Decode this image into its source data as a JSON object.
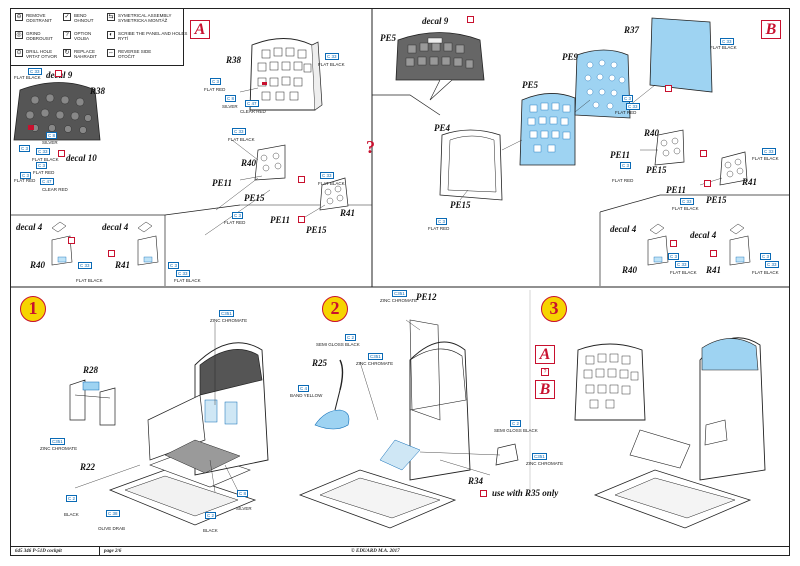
{
  "legend": [
    {
      "icon": "⊖",
      "text": "REMOVE\nODSTRANIT"
    },
    {
      "icon": "✓",
      "text": "BEND\nOHNOUT"
    },
    {
      "icon": "⇆",
      "text": "SYMETRICAL ASSEMBLY\nSYMETRICKA MONTÁŽ"
    },
    {
      "icon": "◎",
      "text": "GRIND\nODBROUSIT"
    },
    {
      "icon": "?",
      "text": "OPTION\nVOLBA"
    },
    {
      "icon": "◐",
      "text": "SCRIBE THE PANEL AND HOLES\nRYTÍ"
    },
    {
      "icon": "⊙",
      "text": "DRILL HOLE\nVRTAT OTVOR"
    },
    {
      "icon": "↻",
      "text": "REPLACE\nNAHRADIT"
    },
    {
      "icon": "⇔",
      "text": "REVERSE SIDE\nOTOČIT"
    }
  ],
  "panel_a": {
    "letter": "A",
    "labels": {
      "decal9": "decal 9",
      "r38_left": "R38",
      "decal10": "decal 10",
      "r38_main": "R38",
      "r40": "R40",
      "pe11_1": "PE11",
      "pe15_1": "PE15",
      "pe11_2": "PE11",
      "pe15_2": "PE15",
      "r41": "R41",
      "decal4_1": "decal 4",
      "decal4_2": "decal 4",
      "r40_b": "R40",
      "r41_b": "R41"
    },
    "paints": [
      {
        "code": "C 33",
        "name": "FLAT BLACK"
      },
      {
        "code": "C 33",
        "name": "FLAT BLACK"
      },
      {
        "code": "C 3",
        "name": "FLAT RED"
      },
      {
        "code": "C 8",
        "name": "SILVER"
      },
      {
        "code": "C 47",
        "name": "CLEAR RED"
      },
      {
        "code": "C 33",
        "name": "FLAT BLACK"
      },
      {
        "code": "C 3",
        "name": "FLAT RED"
      },
      {
        "code": "C 33",
        "name": "FLAT BLACK"
      },
      {
        "code": "C 3",
        "name": "FLAT RED"
      },
      {
        "code": "C 8",
        "name": "SILVER"
      },
      {
        "code": "C 3",
        "name": "FLAT RED"
      },
      {
        "code": "C 47",
        "name": "CLEAR RED"
      },
      {
        "code": "C 33",
        "name": "FLAT BLACK"
      },
      {
        "code": "C 3",
        "name": "FLAT RED"
      },
      {
        "code": "C 33",
        "name": "FLAT BLACK"
      },
      {
        "code": "C 3",
        "name": "FLAT RED"
      },
      {
        "code": "C 33",
        "name": "FLAT BLACK"
      }
    ]
  },
  "center_q": "?",
  "panel_b": {
    "letter": "B",
    "labels": {
      "decal9": "decal 9",
      "pe5_a": "PE5",
      "pe9": "PE9",
      "pe5_b": "PE5",
      "pe4": "PE4",
      "pe15_a": "PE15",
      "r37": "R37",
      "r40": "R40",
      "pe11_a": "PE11",
      "pe15_b": "PE15",
      "pe11_b": "PE11",
      "pe15_c": "PE15",
      "r41": "R41",
      "decal4_1": "decal 4",
      "decal4_2": "decal 4",
      "r40_b": "R40",
      "r41_b": "R41"
    },
    "paints": [
      {
        "code": "C 33",
        "name": "FLAT BLACK"
      },
      {
        "code": "C 3",
        "name": "FLAT RED"
      },
      {
        "code": "C 33",
        "name": "FLAT BLACK"
      },
      {
        "code": "C 33",
        "name": "FLAT BLACK"
      },
      {
        "code": "C 3",
        "name": "FLAT RED"
      },
      {
        "code": "C 33",
        "name": "FLAT BLACK"
      },
      {
        "code": "C 3",
        "name": "FLAT RED"
      },
      {
        "code": "C 3",
        "name": "FLAT RED"
      },
      {
        "code": "C 33",
        "name": "FLAT BLACK"
      },
      {
        "code": "C 3",
        "name": "FLAT RED"
      },
      {
        "code": "C 33",
        "name": "FLAT BLACK"
      }
    ]
  },
  "step1": {
    "num": "1",
    "r28": "R28",
    "r22": "R22",
    "paints": [
      {
        "code": "C351",
        "name": "ZINC CHROMATE"
      },
      {
        "code": "C351",
        "name": "ZINC CHROMATE"
      },
      {
        "code": "C 2",
        "name": "BLACK"
      },
      {
        "code": "C 38",
        "name": "OLIVE DRAB"
      },
      {
        "code": "C 2",
        "name": "BLACK"
      },
      {
        "code": "C 8",
        "name": "SILVER"
      }
    ]
  },
  "step2": {
    "num": "2",
    "pe12": "PE12",
    "r25": "R25",
    "r34": "R34",
    "note": "use with R35 only",
    "paints": [
      {
        "code": "C351",
        "name": "ZINC CHROMATE"
      },
      {
        "code": "C 2",
        "name": "SEMI GLOSS BLACK"
      },
      {
        "code": "C351",
        "name": "ZINC CHROMATE"
      },
      {
        "code": "C 4",
        "name": "BAND YELLOW"
      },
      {
        "code": "C 2",
        "name": "SEMI GLOSS BLACK"
      },
      {
        "code": "C351",
        "name": "ZINC CHROMATE"
      }
    ]
  },
  "step3": {
    "num": "3",
    "opt_a": "A",
    "opt_q": "?",
    "opt_b": "B"
  },
  "footer": {
    "left": "645 346  P-51D cockpit",
    "page": "page 2/6",
    "center": "© EDUARD  M.A. 2017"
  }
}
